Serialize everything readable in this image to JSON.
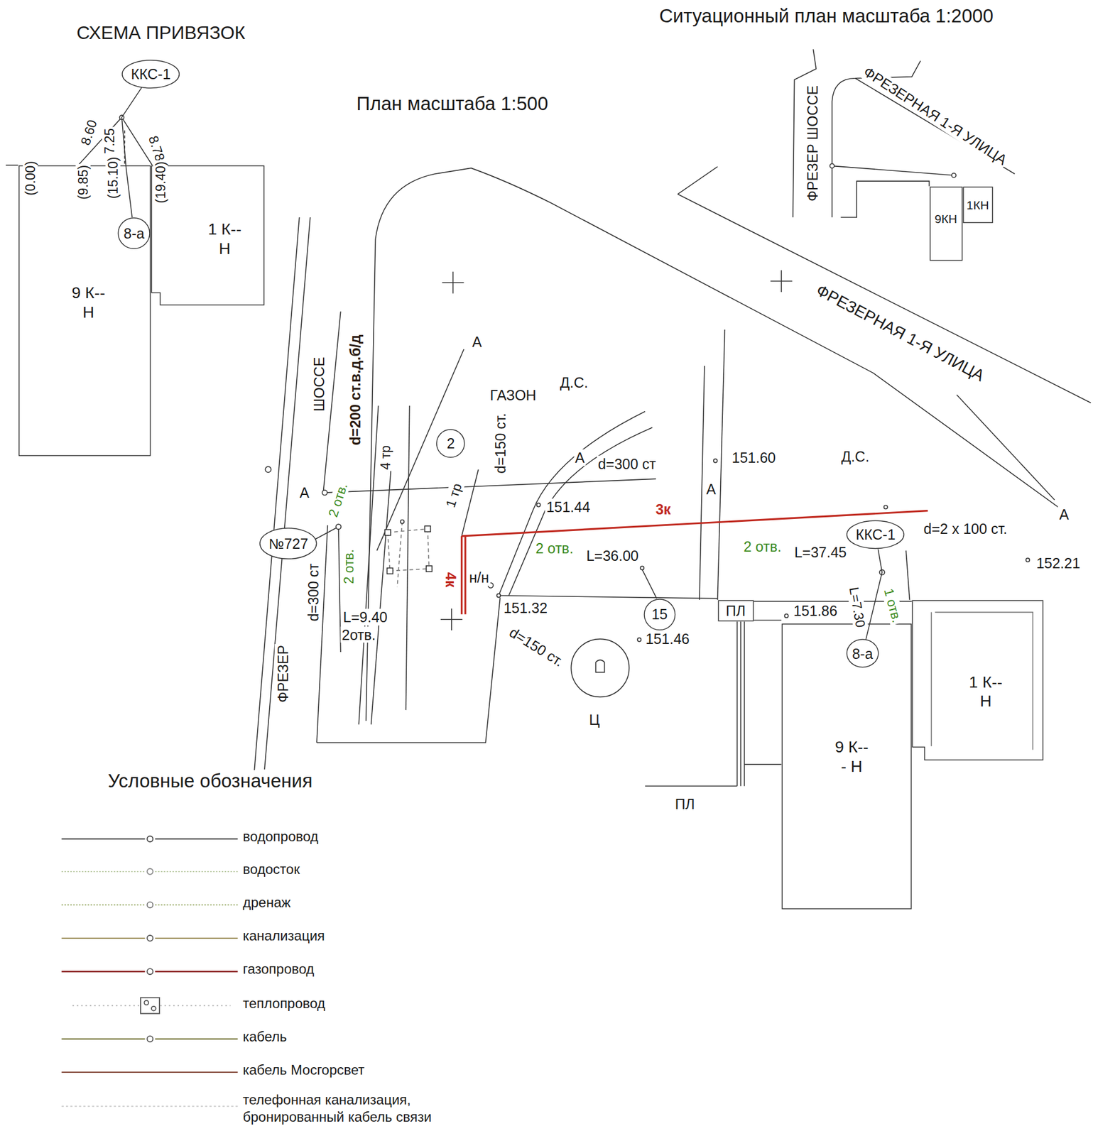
{
  "diagram": {
    "title": "СХЕМА ПРИВЯЗОК",
    "nodes": [
      {
        "text": [
          "ККС-1"
        ]
      },
      {
        "text": [
          "9 К-- Н"
        ]
      },
      {
        "text": [
          "8-а"
        ],
        "in": 1
      },
      {
        "text": [
          "1 К-- Н"
        ]
      },
      {
        "text": [
          "9КН"
        ]
      },
      {
        "text": [
          "1КН"
        ]
      },
      {
        "text": [
          "2"
        ]
      },
      {
        "text": [
          "№727"
        ]
      },
      {
        "text": [
          "ККС-1"
        ]
      },
      {
        "text": [
          "ПЛ"
        ]
      },
      {
        "text": [
          "15"
        ]
      },
      {
        "text": [
          "9 К--- Н"
        ]
      },
      {
        "text": [
          "8-а"
        ],
        "in": 11
      },
      {
        "text": [
          "1 К-- Н"
        ]
      }
    ],
    "edges": [
      {
        "from": 0,
        "to": 2,
        "arrow": "none"
      },
      {
        "from": 8,
        "to": 12,
        "arrow": "none",
        "label": "L=7.30"
      }
    ],
    "labels": [
      "Ситуационный план масштаба 1:2000",
      "План масштаба 1:500",
      "8.60",
      "7.25",
      "8.78",
      "(0.00)",
      "(9.85)",
      "(15.10)",
      "(19.40)",
      "ФРЕЗЕР ШОССЕ",
      "ФРЕЗЕРНАЯ 1-Я УЛИЦА",
      "ФРЕЗЕРНАЯ 1-Я УЛИЦА",
      "ШОССЕ",
      "ФРЕЗЕР",
      "d=200 ст.в.д.б/д",
      "А",
      "ГАЗОН",
      "Д.С.",
      "4 тр",
      "d=150 ст.",
      "А",
      "d=300 ст",
      "151.60",
      "Д.С.",
      "А",
      "А",
      "2 отв.",
      "1 тр",
      "151.44",
      "3к",
      "d=2 х 100 ст.",
      "А",
      "2 отв.",
      "2 отв.",
      "L=36.00",
      "2 отв.",
      "L=37.45",
      "152.21",
      "d=300 ст",
      "4к",
      "н/н",
      "151.32",
      "151.86",
      "1 отв.",
      "L=9.40",
      "2отв.",
      "151.46",
      "d=150 ст.",
      "Ц",
      "ПЛ",
      "Условные обозначения"
    ],
    "legend": [
      {
        "text": "водопровод"
      },
      {
        "text": "водосток"
      },
      {
        "text": "дренаж"
      },
      {
        "text": "канализация"
      },
      {
        "text": "газопровод"
      },
      {
        "text": "теплопровод"
      },
      {
        "text": "кабель"
      },
      {
        "text": "кабель Мосгорсвет"
      },
      {
        "text": "телефонная канализация, бронированный кабель связи"
      }
    ]
  }
}
